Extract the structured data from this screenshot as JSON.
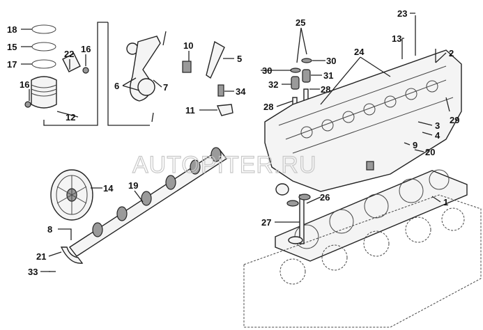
{
  "watermark": "AUTOPITER.RU",
  "labels": [
    "18",
    "15",
    "17",
    "22",
    "16",
    "16",
    "12",
    "6",
    "7",
    "10",
    "5",
    "34",
    "11",
    "25",
    "30",
    "30",
    "31",
    "32",
    "28",
    "28",
    "24",
    "23",
    "13",
    "2",
    "29",
    "3",
    "4",
    "9",
    "20",
    "14",
    "19",
    "8",
    "21",
    "33",
    "27",
    "26",
    "1"
  ]
}
